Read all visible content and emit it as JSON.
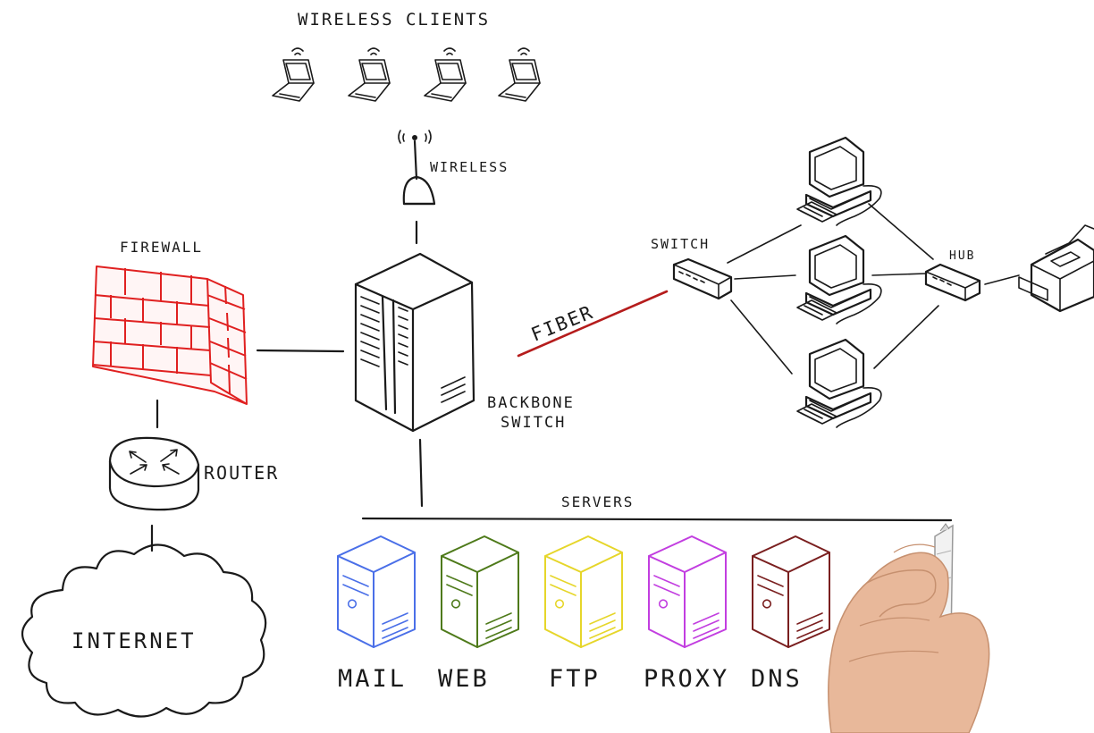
{
  "labels": {
    "wireless_clients": "WIRELESS CLIENTS",
    "wireless": "WIRELESS",
    "firewall": "FIREWALL",
    "router": "ROUTER",
    "internet": "INTERNET",
    "backbone_line1": "BACKBONE",
    "backbone_line2": "SWITCH",
    "fiber": "FIBER",
    "switch": "SWITCH",
    "hub": "HUB",
    "servers": "SERVERS"
  },
  "servers": [
    {
      "label": "MAIL",
      "color": "#4a6fe8"
    },
    {
      "label": "WEB",
      "color": "#4e7a1a"
    },
    {
      "label": "FTP",
      "color": "#e6d62a"
    },
    {
      "label": "PROXY",
      "color": "#c23ee0"
    },
    {
      "label": "DNS",
      "color": "#7a1f1f"
    }
  ],
  "colors": {
    "ink": "#1a1a1a",
    "firewall": "#e02020",
    "fiber": "#b51c1c",
    "skin": "#e8b89a"
  }
}
